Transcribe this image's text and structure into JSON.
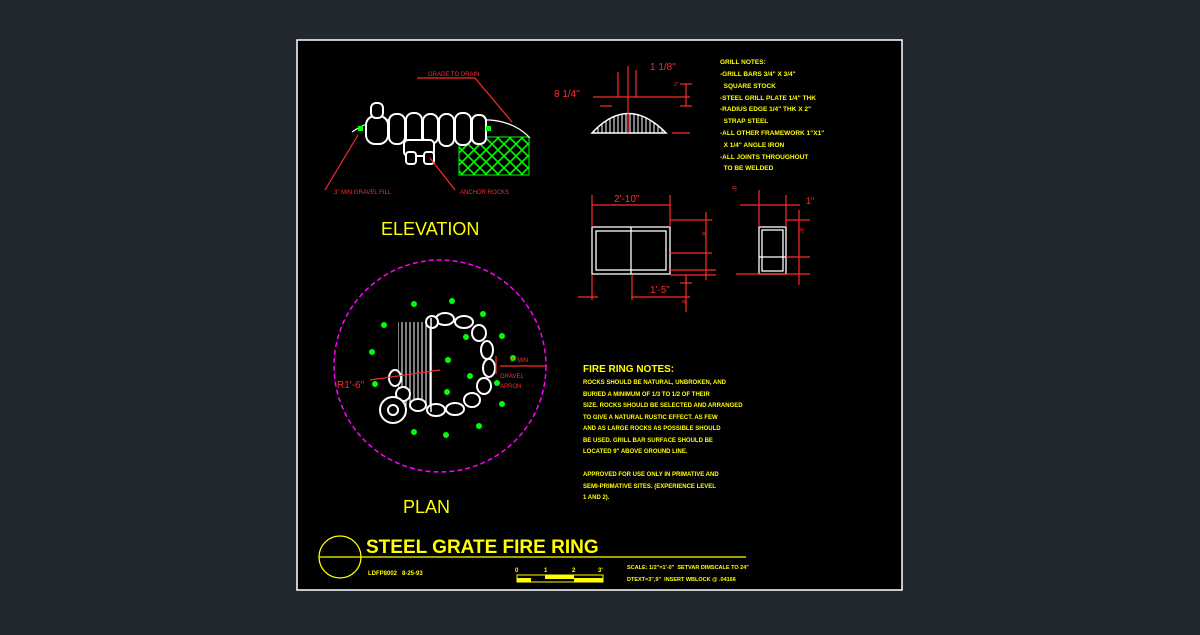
{
  "colors": {
    "background": "#212830",
    "sheet": "#000000",
    "frame": "#ffffff",
    "text": "#ffff00",
    "dimension": "#ff2a2a",
    "boundary": "#ff00ff",
    "vegetation": "#00ff00"
  },
  "elevation": {
    "title": "ELEVATION",
    "grade_to_drain": "GRADE TO DRAIN",
    "gravel_fill": "3\" MIN GRAVEL FILL",
    "anchor_rocks": "ANCHOR ROCKS"
  },
  "plan": {
    "title": "PLAN",
    "radius": "R1'-6\"",
    "min_width": "2\" MIN",
    "gravel_apron_1": "GRAVEL",
    "gravel_apron_2": "APRON"
  },
  "section": {
    "dim_top": "1 1/8\"",
    "dim_left": "8 1/4\"",
    "dim_small": "2\""
  },
  "grill_top": {
    "width": "2'-10\"",
    "dim_bottom": "1'-5\"",
    "dim_side": "8\"",
    "dim_below": "8\""
  },
  "grill_side": {
    "dim_top": "8\"",
    "dim_right": "1\"",
    "dim_side": "8\""
  },
  "grill_notes": {
    "title": "GRILL NOTES:",
    "lines": [
      "-GRILL BARS 3/4\" X 3/4\"",
      "  SQUARE STOCK",
      "-STEEL GRILL PLATE 1/4\" THK",
      "-RADIUS EDGE 1/4\" THK X 2\"",
      "  STRAP STEEL",
      "-ALL OTHER FRAMEWORK 1\"X1\"",
      "  X 1/4\" ANGLE IRON",
      "-ALL JOINTS THROUGHOUT",
      "  TO BE WELDED"
    ]
  },
  "fire_ring_notes": {
    "title": "FIRE RING NOTES:",
    "lines": [
      "ROCKS SHOULD BE NATURAL, UNBROKEN, AND",
      "BURIED A MINIMUM OF 1/3 TO 1/2 OF THEIR",
      "SIZE. ROCKS SHOULD BE SELECTED AND ARRANGED",
      "TO GIVE A NATURAL RUSTIC EFFECT. AS FEW",
      "AND AS LARGE ROCKS AS POSSIBLE SHOULD",
      "BE USED. GRILL BAR SURFACE SHOULD BE",
      "LOCATED 9\" ABOVE GROUND LINE.",
      "",
      "APPROVED FOR USE ONLY IN PRIMATIVE AND",
      "SEMI-PRIMATIVE SITES. (EXPERIENCE LEVEL",
      "1 AND 2)."
    ]
  },
  "title_block": {
    "title": "STEEL GRATE FIRE RING",
    "drawing_id": "LDFP8002",
    "date": "8-25-93",
    "scale_text": "SCALE: 1/2\"=1'-0\"  SETVAR DIMSCALE TO 24\"",
    "dtext": "DTEXT=3\",9\"  INSERT WBLOCK @ .04166",
    "scale_bar": [
      "0",
      "1",
      "2",
      "3'"
    ]
  }
}
